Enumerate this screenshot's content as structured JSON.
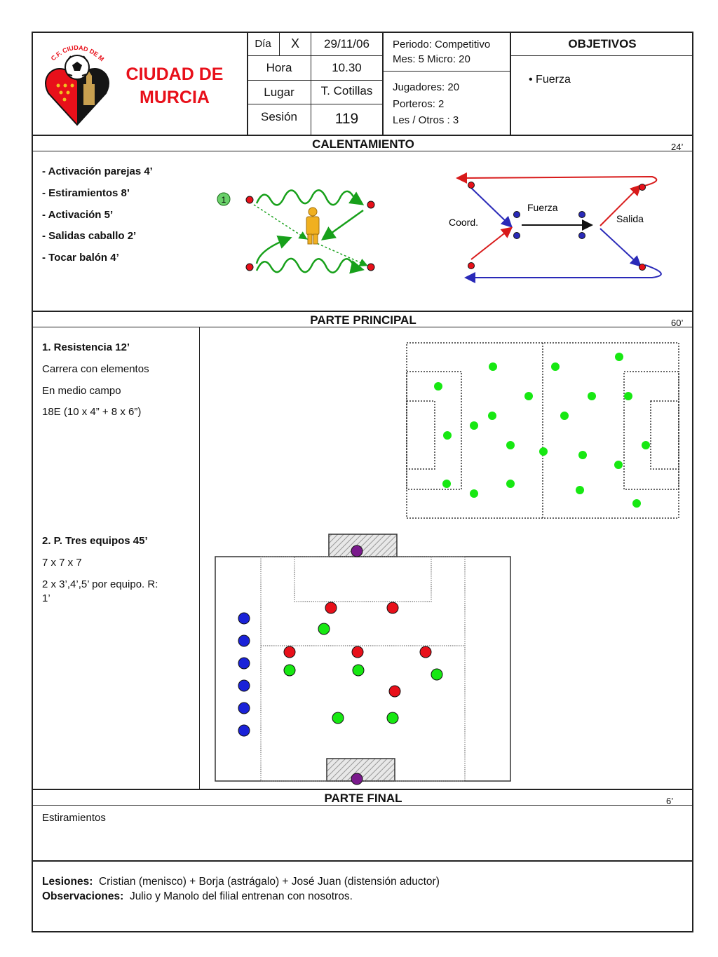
{
  "header": {
    "club_name_line1": "CIUDAD DE",
    "club_name_line2": "MURCIA",
    "logo_text": "C.F. CIUDAD DE MURCIA",
    "dia_label": "Día",
    "dia_value": "X",
    "date": "29/11/06",
    "hora_label": "Hora",
    "hora_value": "10.30",
    "lugar_label": "Lugar",
    "lugar_value": "T. Cotillas",
    "sesion_label": "Sesión",
    "sesion_value": "119",
    "periodo": "Periodo: Competitivo",
    "mes_micro": "Mes: 5 Micro: 20",
    "jugadores": "Jugadores:  20",
    "porteros": "Porteros: 2",
    "les_otros": "Les / Otros : 3",
    "objetivos_title": "OBJETIVOS",
    "objetivos": [
      "Fuerza"
    ]
  },
  "calentamiento": {
    "title": "CALENTAMIENTO",
    "duration": "24’",
    "items": [
      "-  Activación  parejas 4’",
      "-  Estiramientos  8’",
      "-  Activación 5’",
      "-  Salidas caballo 2’",
      "- Tocar balón 4’"
    ],
    "diagram1_marker": "1",
    "diagram2_labels": {
      "coord": "Coord.",
      "fuerza": "Fuerza",
      "salida": "Salida"
    }
  },
  "principal": {
    "title": "PARTE PRINCIPAL",
    "duration": "60’",
    "ex1": {
      "title": "1. Resistencia  12’",
      "lines": [
        "Carrera con elementos",
        "En medio campo",
        "18E (10 x 4” + 8 x 6”)"
      ]
    },
    "ex2": {
      "title": "2. P. Tres equipos    45’",
      "lines": [
        "7 x 7 x 7",
        "2 x 3’,4’,5’ por equipo. R:",
        "1’"
      ]
    }
  },
  "final": {
    "title": "PARTE FINAL",
    "duration": "6’",
    "text": "Estiramientos"
  },
  "footer": {
    "lesiones_label": "Lesiones:",
    "lesiones_text": "Cristian (menisco) + Borja (astrágalo) + José Juan (distensión aductor)",
    "observaciones_label": "Observaciones:",
    "observaciones_text": "Julio y Manolo del filial entrenan con nosotros."
  },
  "colors": {
    "club_red": "#e8101a",
    "player_red": "#e8101a",
    "player_green": "#17e812",
    "player_blue": "#1a22d8",
    "goalkeeper_purple": "#7a1a8c",
    "arrow_green": "#17a01a",
    "arrow_red": "#d81a1a",
    "arrow_blue": "#2a2ab8"
  }
}
